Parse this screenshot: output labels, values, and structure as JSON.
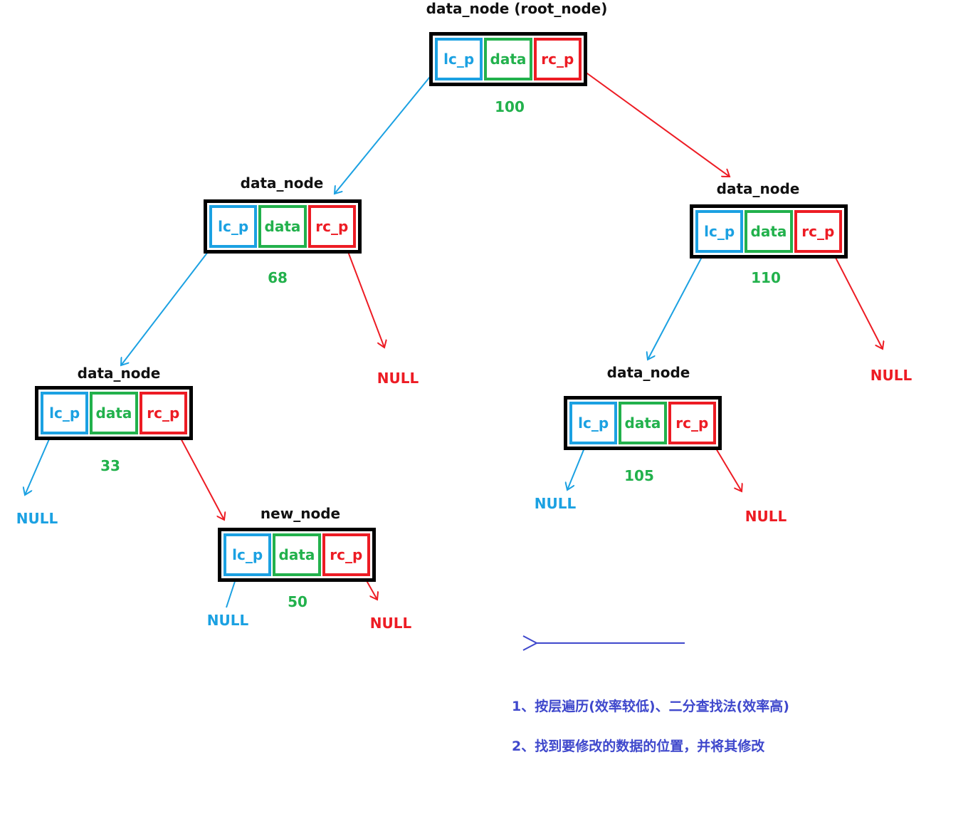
{
  "field_labels": {
    "left": "lc_p",
    "data": "data",
    "right": "rc_p"
  },
  "nodes": [
    {
      "id": "root",
      "title": "data_node (root_node)",
      "value": "100"
    },
    {
      "id": "n68",
      "title": "data_node",
      "value": "68"
    },
    {
      "id": "n110",
      "title": "data_node",
      "value": "110"
    },
    {
      "id": "n33",
      "title": "data_node",
      "value": "33"
    },
    {
      "id": "n105",
      "title": "data_node",
      "value": "105"
    },
    {
      "id": "n50",
      "title": "new_node",
      "value": "50"
    }
  ],
  "null_label": "NULL",
  "notes": [
    "1、按层遍历(效率较低)、二分查找法(效率高)",
    "2、找到要修改的数据的位置，并将其修改"
  ],
  "colors": {
    "left_pointer": "#1ba1e2",
    "data": "#22b14c",
    "right_pointer": "#ed1c24",
    "note": "#3f48cc"
  }
}
